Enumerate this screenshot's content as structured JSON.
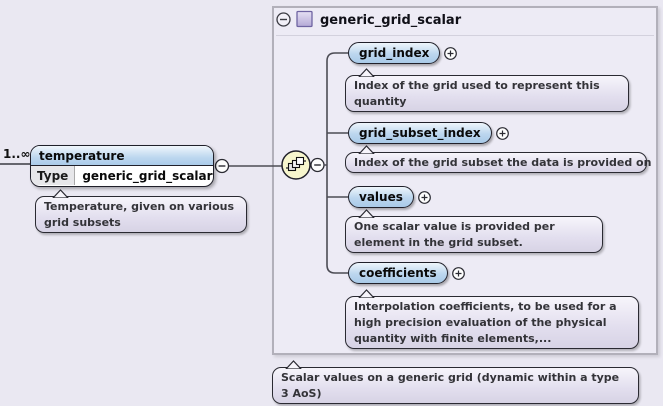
{
  "root": {
    "cardinality": "1..∞",
    "name": "temperature",
    "type_label": "Type",
    "type_value": "generic_grid_scalar",
    "annotation": "Temperature, given on various grid subsets"
  },
  "panel": {
    "title": "generic_grid_scalar",
    "annotation": "Scalar values on a generic grid (dynamic within a type 3 AoS)",
    "children": [
      {
        "name": "grid_index",
        "doc": "Index of the grid used to represent this quantity"
      },
      {
        "name": "grid_subset_index",
        "doc": "Index of the grid subset the data is provided on"
      },
      {
        "name": "values",
        "doc": "One scalar value is provided per element in the grid subset."
      },
      {
        "name": "coefficients",
        "doc": "Interpolation coefficients, to be used for a high precision evaluation of the physical quantity with finite elements,..."
      }
    ]
  },
  "icons": {
    "collapse": "minus-circle",
    "expand": "plus-circle",
    "compositor": "sequence",
    "type_badge": "complex-type"
  },
  "colors": {
    "canvas_bg": "#eae8f2",
    "panel_bg": "#edebf5",
    "panel_border": "#b2b0ba",
    "pill_blue": "#aecde9",
    "bubble_lavender": "#ddd9e9",
    "sequence_yellow": "#f7f6cd",
    "line": "#4c4c54"
  }
}
